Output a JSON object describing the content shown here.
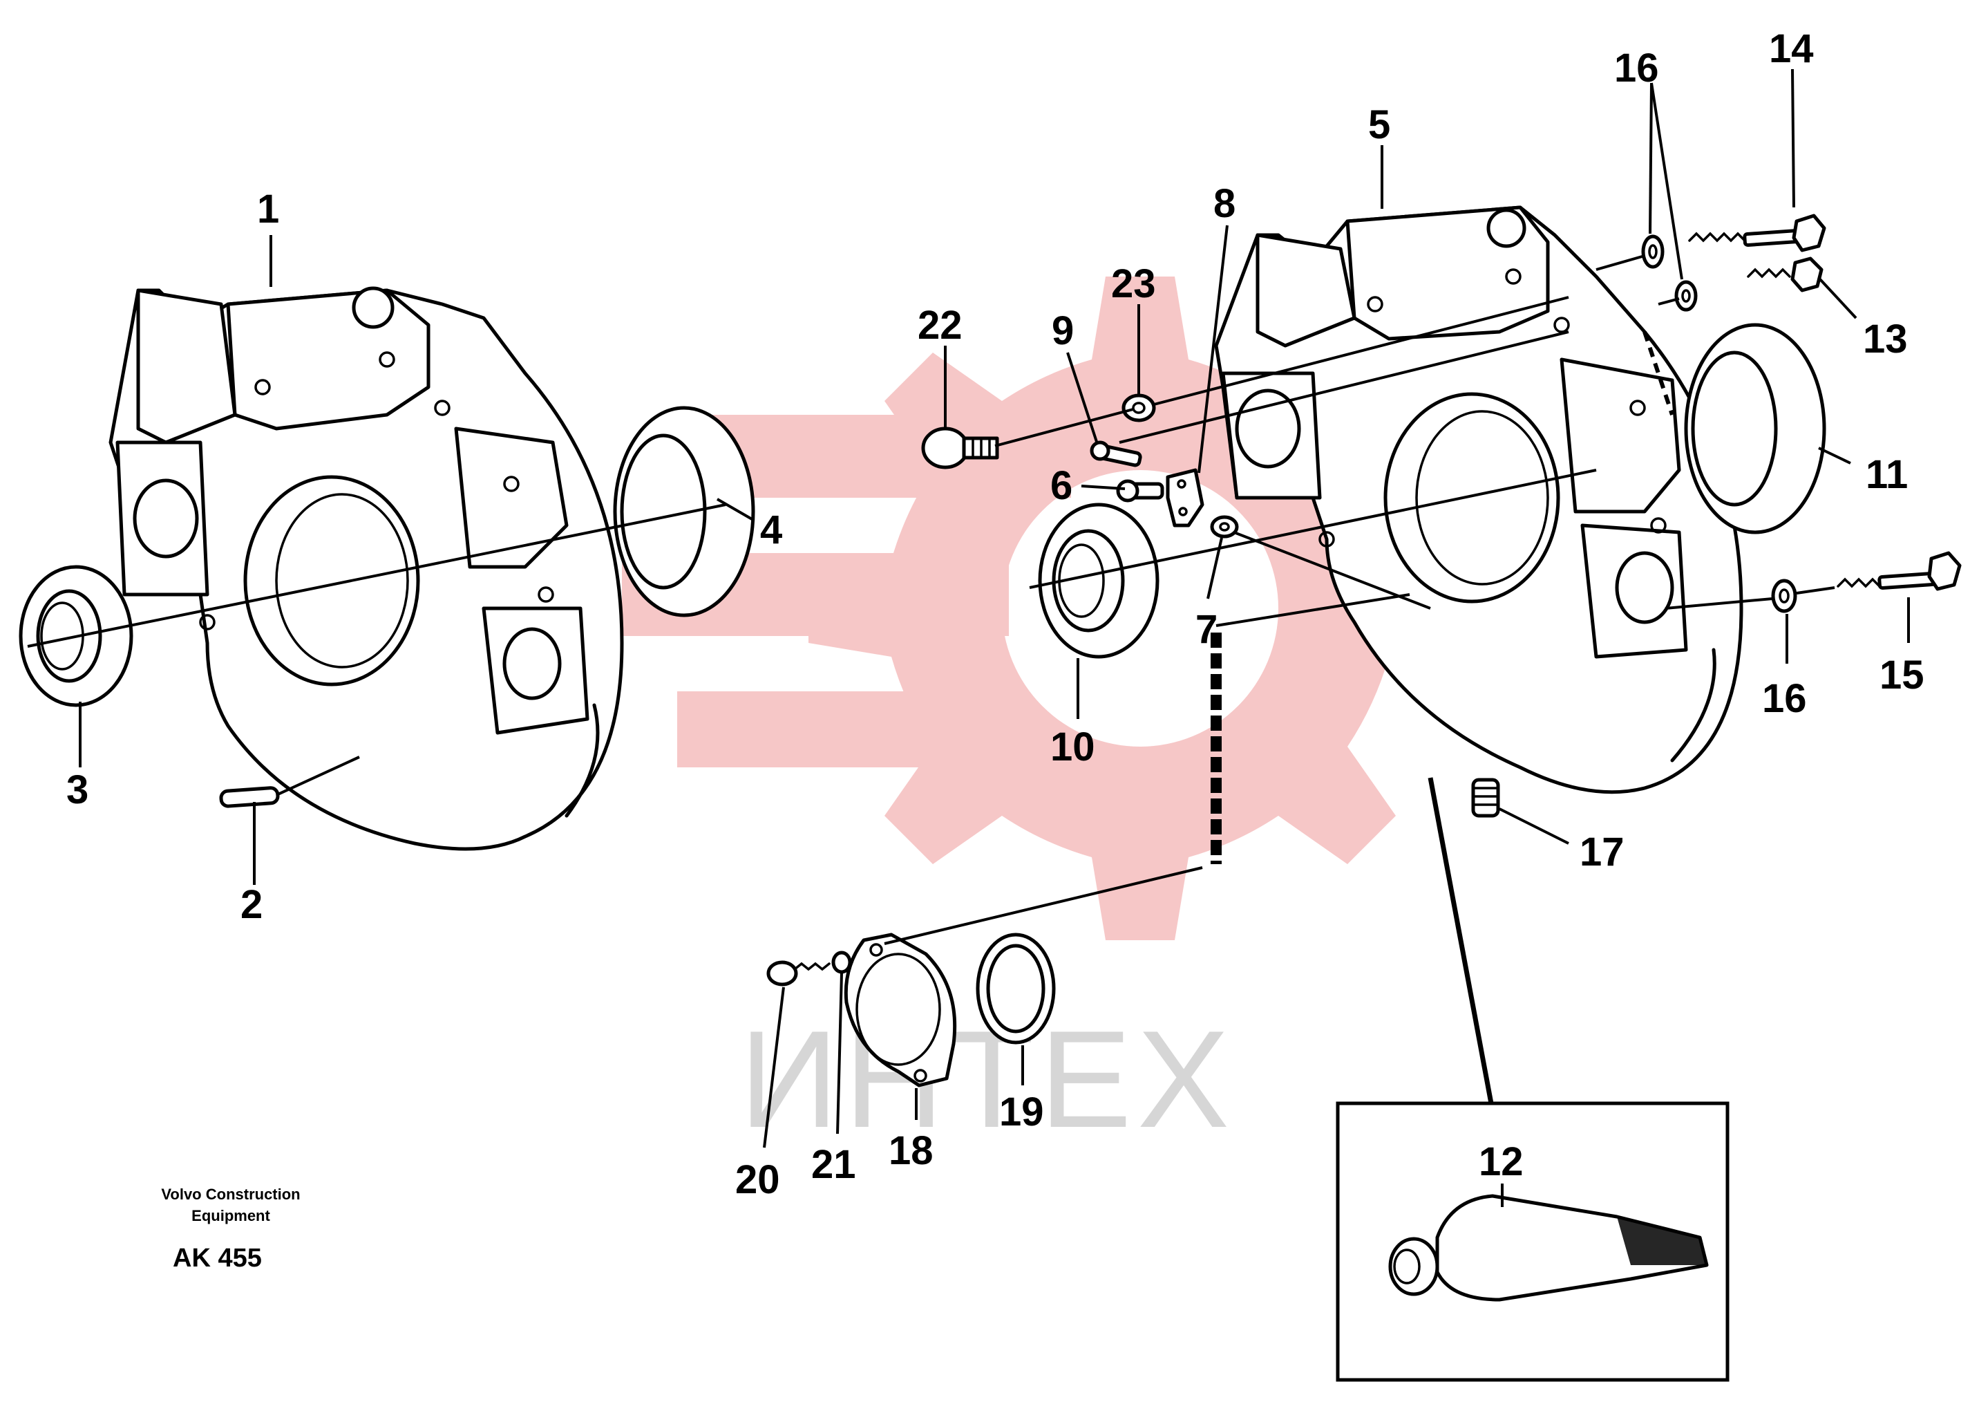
{
  "watermark": {
    "text": "ИНТЕХ",
    "logo_color": "#f6c7c7",
    "text_color": "#d6d6d6"
  },
  "footer": {
    "company_line1": "Volvo Construction",
    "company_line2": "Equipment",
    "code": "AK 455"
  },
  "callouts": [
    {
      "id": "1",
      "label": "1"
    },
    {
      "id": "2",
      "label": "2"
    },
    {
      "id": "3",
      "label": "3"
    },
    {
      "id": "4",
      "label": "4"
    },
    {
      "id": "5",
      "label": "5"
    },
    {
      "id": "6",
      "label": "6"
    },
    {
      "id": "7",
      "label": "7"
    },
    {
      "id": "8",
      "label": "8"
    },
    {
      "id": "9",
      "label": "9"
    },
    {
      "id": "10",
      "label": "10"
    },
    {
      "id": "11",
      "label": "11"
    },
    {
      "id": "12",
      "label": "12"
    },
    {
      "id": "13",
      "label": "13"
    },
    {
      "id": "14",
      "label": "14"
    },
    {
      "id": "15",
      "label": "15"
    },
    {
      "id": "16a",
      "label": "16"
    },
    {
      "id": "16b",
      "label": "16"
    },
    {
      "id": "17",
      "label": "17"
    },
    {
      "id": "18",
      "label": "18"
    },
    {
      "id": "19",
      "label": "19"
    },
    {
      "id": "20",
      "label": "20"
    },
    {
      "id": "21",
      "label": "21"
    },
    {
      "id": "22",
      "label": "22"
    },
    {
      "id": "23",
      "label": "23"
    }
  ]
}
